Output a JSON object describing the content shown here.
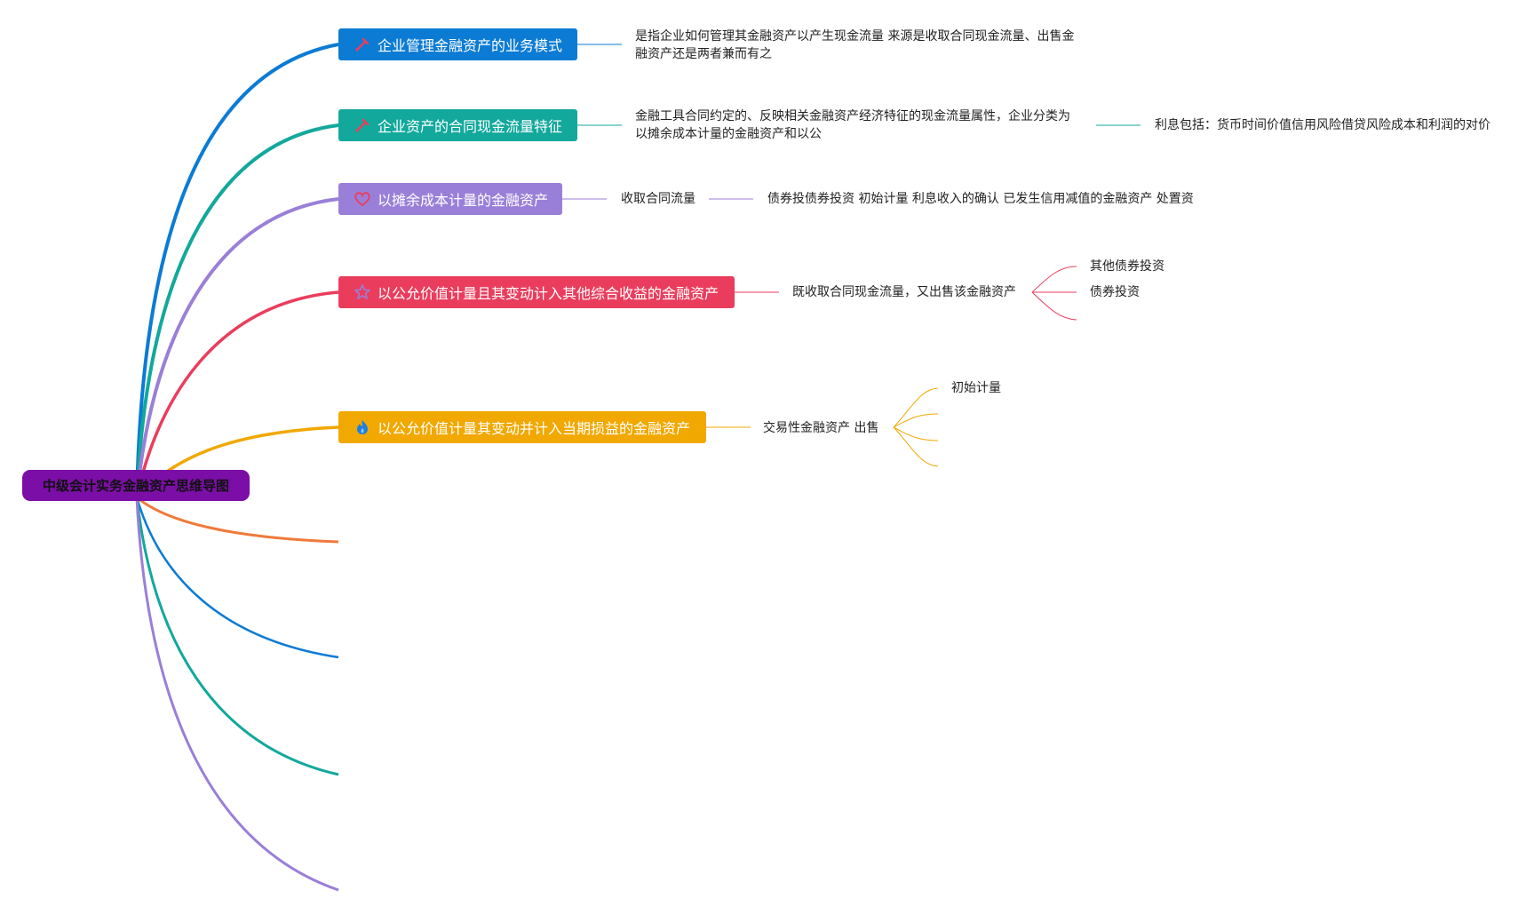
{
  "root": {
    "label": "中级会计实务金融资产思维导图",
    "color": "#7b0ea6"
  },
  "branches": [
    {
      "label": "企业管理金融资产的业务模式",
      "icon": "tools-icon",
      "color": "#0b7bd4",
      "children": [
        {
          "text": "是指企业如何管理其金融资产以产生现金流量 来源是收取合同现金流量、出售金融资产还是两者兼而有之"
        }
      ]
    },
    {
      "label": "企业资产的合同现金流量特征",
      "icon": "tools-icon",
      "color": "#12a89c",
      "children": [
        {
          "text": "金融工具合同约定的、反映相关金融资产经济特征的现金流量属性，企业分类为以摊余成本计量的金融资产和以公"
        },
        {
          "text": "利息包括：货币时间价值信用风险借贷风险成本和利润的对价"
        }
      ]
    },
    {
      "label": "以摊余成本计量的金融资产",
      "icon": "heart-icon",
      "color": "#9a7fd8",
      "children": [
        {
          "text": "收取合同流量"
        },
        {
          "text": "债券投债券投资 初始计量 利息收入的确认 已发生信用减值的金融资产 处置资"
        }
      ]
    },
    {
      "label": "以公允价值计量且其变动计入其他综合收益的金融资产",
      "icon": "star-icon",
      "color": "#ea3d5d",
      "children": [
        {
          "text": "既收取合同现金流量，又出售该金融资产"
        },
        {
          "text": "其他债券投资"
        },
        {
          "text": "债券投资"
        }
      ]
    },
    {
      "label": "以公允价值计量其变动并计入当期损益的金融资产",
      "icon": "flame-icon",
      "color": "#f1a800",
      "children": [
        {
          "text": "交易性金融资产 出售"
        },
        {
          "text": "初始计量"
        }
      ]
    }
  ],
  "empty_branch_colors": [
    "#f07a3a",
    "#0b7bd4",
    "#12a89c",
    "#9a7fd8"
  ]
}
